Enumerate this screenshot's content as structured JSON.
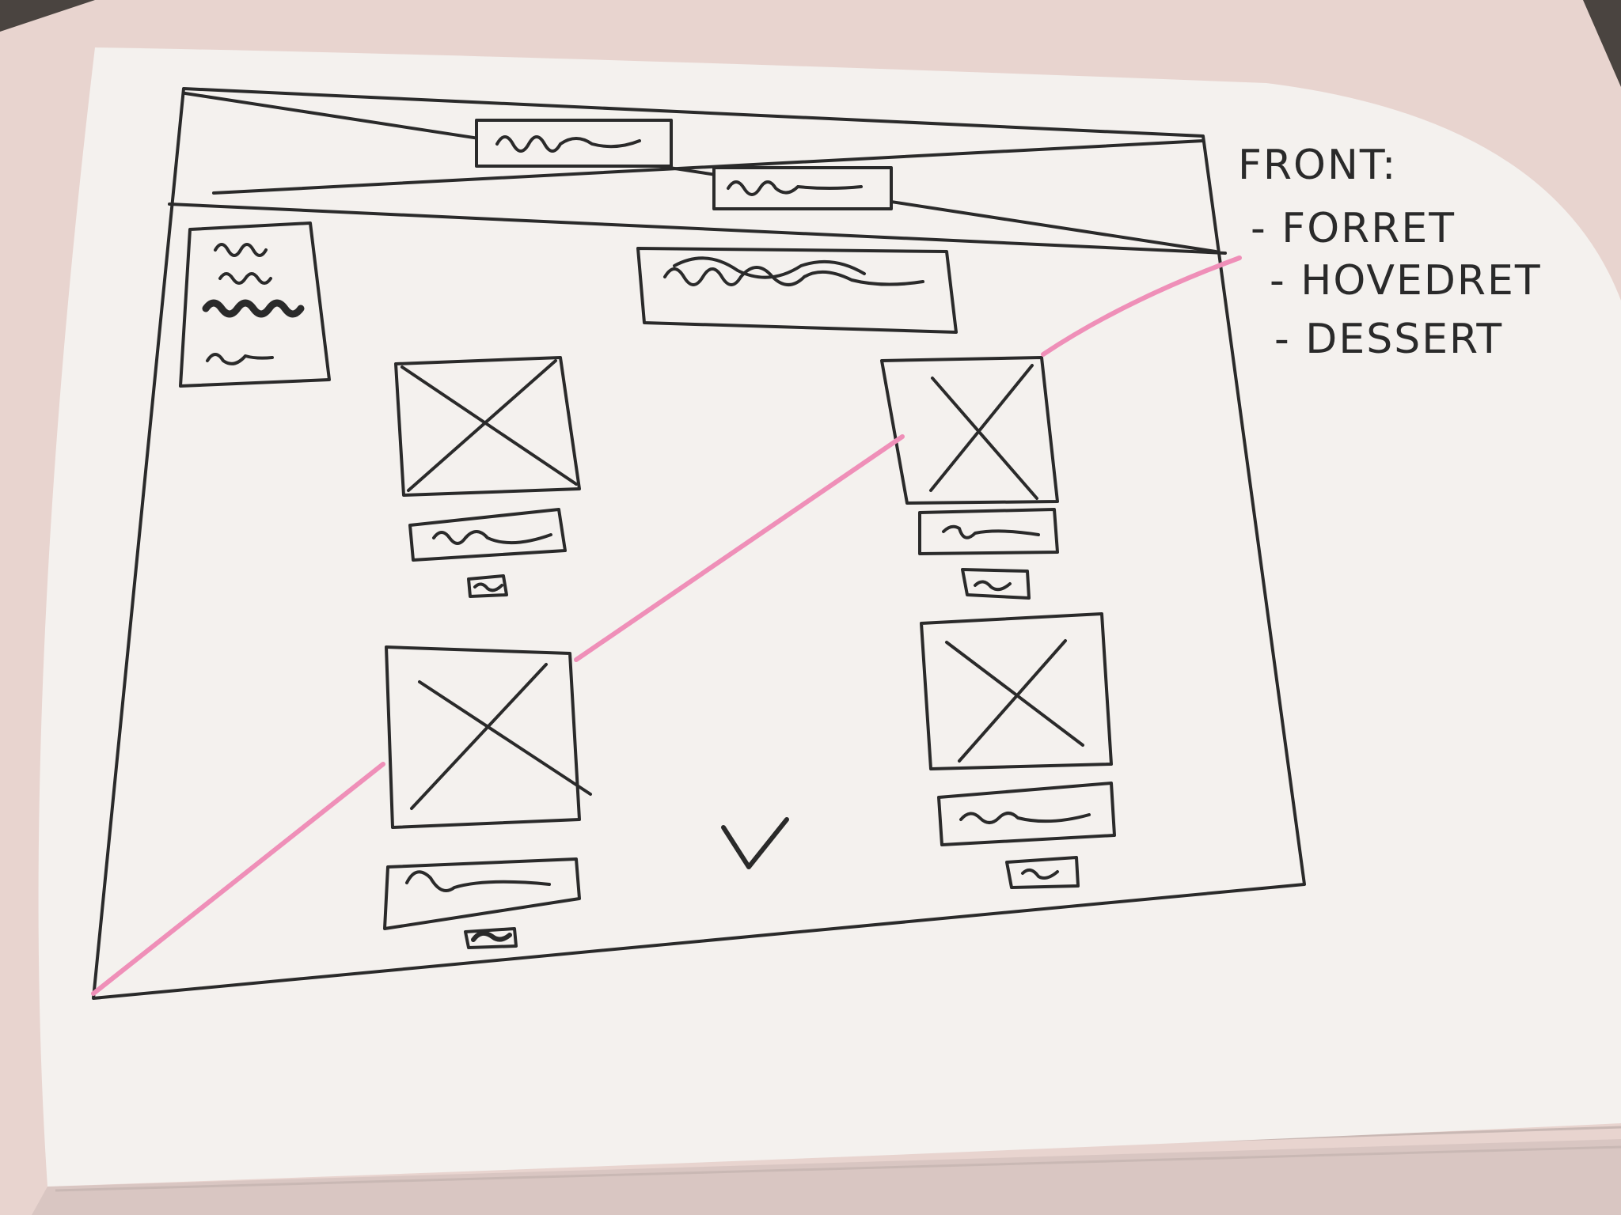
{
  "sketch": {
    "title": "FRONT:",
    "items": [
      "- FORRET",
      "- HOVEDRET",
      "- DESSERT"
    ]
  },
  "colors": {
    "paper": "#f4f1ee",
    "ink": "#2a2a2a",
    "highlighter": "#ef8fb8",
    "background": "#4a4440"
  },
  "elements": {
    "header": "hero banner crossed placeholder with two scribbled title boxes",
    "sidebar": "scribbled menu list box",
    "search": "scribbled input bar",
    "cards": "four image placeholders with scribbled caption pill and small button",
    "scroll_indicator": "chevron-down-icon"
  }
}
